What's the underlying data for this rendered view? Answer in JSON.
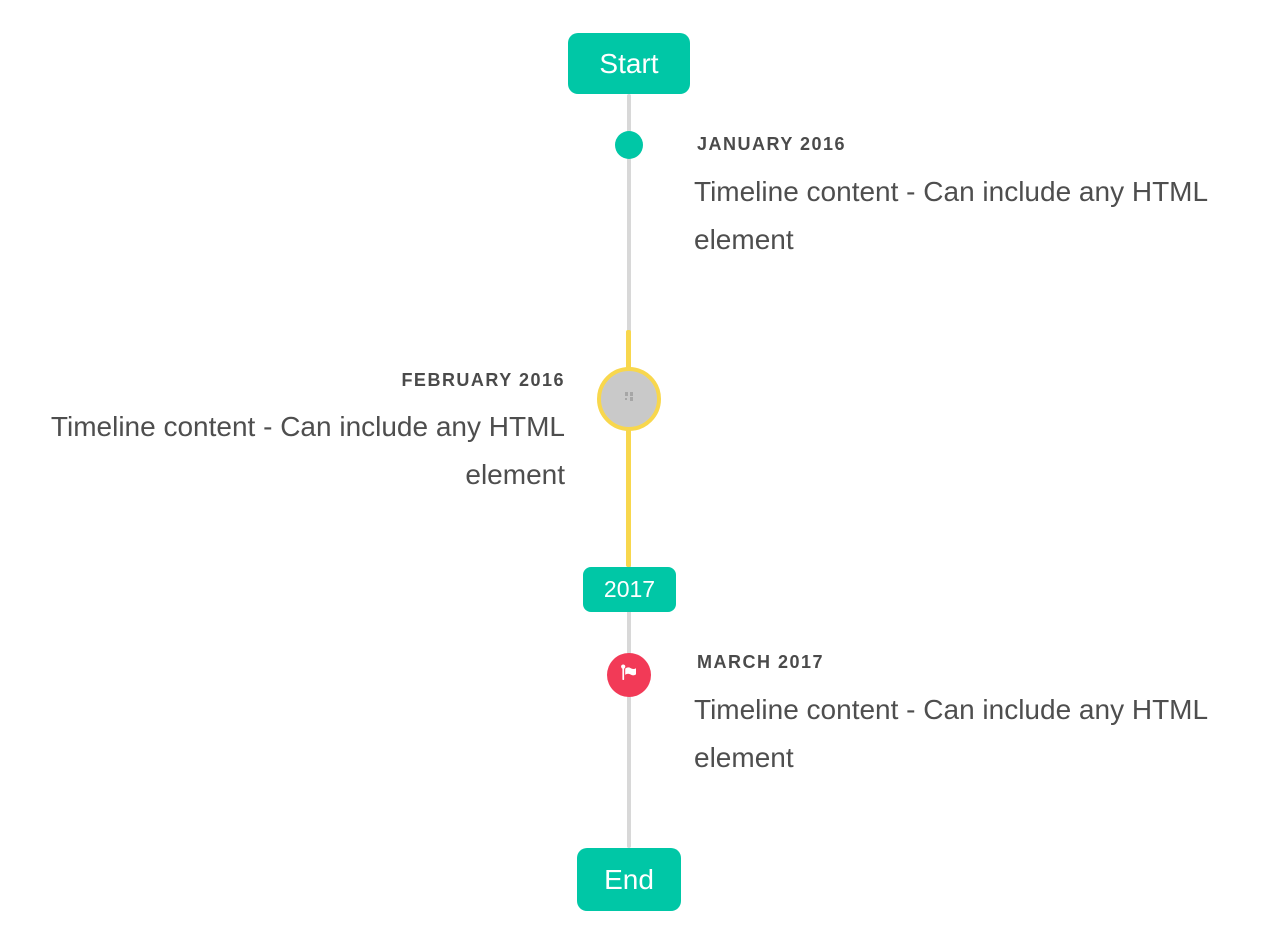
{
  "colors": {
    "accent_teal": "#00c7a6",
    "highlight_yellow": "#f8d74d",
    "line_gray": "#d8d8d8",
    "image_circle_gray": "#c9c9c9",
    "flag_red": "#f23a57",
    "date_text": "#4a4a4a",
    "body_text": "#4e4e4e",
    "badge_text": "#ffffff"
  },
  "timeline": {
    "start_label": "Start",
    "end_label": "End",
    "year_label": "2017",
    "events": [
      {
        "date": "JANUARY 2016",
        "content": "Timeline content - Can include any HTML element",
        "side": "right",
        "marker": "teal-dot"
      },
      {
        "date": "FEBRUARY 2016",
        "content": "Timeline content - Can include any HTML element",
        "side": "left",
        "marker": "highlighted-image-circle"
      },
      {
        "date": "MARCH 2017",
        "content": "Timeline content - Can include any HTML element",
        "side": "right",
        "marker": "flag-circle"
      }
    ]
  }
}
